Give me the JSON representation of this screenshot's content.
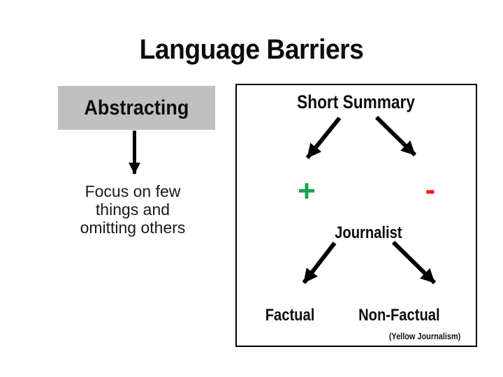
{
  "slide": {
    "title": "Language Barriers"
  },
  "left_flow": {
    "abstracting_label": "Abstracting",
    "focus_text": "Focus on few\nthings and\nomitting others"
  },
  "summary_panel": {
    "heading": "Short Summary",
    "plus_sign": "+",
    "minus_sign": "-",
    "journalist_label": "Journalist",
    "factual_label": "Factual",
    "non_factual_label": "Non-Factual",
    "yellow_journalism_note": "(Yellow Journalism)"
  },
  "colors": {
    "plus_green": "#18A24C",
    "minus_red": "#E81C24",
    "abstracting_box_gray": "#C0C0C0",
    "ink_black": "#000000"
  }
}
